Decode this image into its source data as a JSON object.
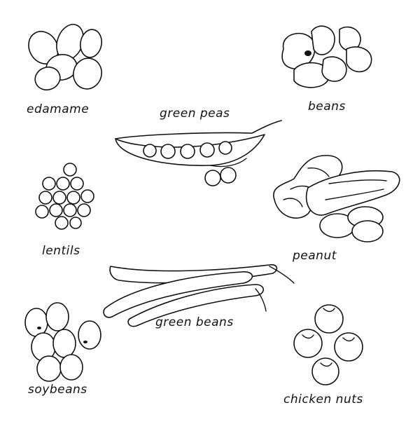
{
  "illustration": {
    "labels": {
      "edamame": "edamame",
      "green_peas": "green peas",
      "beans": "beans",
      "lentils": "lentils",
      "peanut": "peanut",
      "green_beans": "green beans",
      "soybeans": "soybeans",
      "chicken_nuts": "chicken nuts"
    },
    "colors": {
      "ink": "#111111",
      "background": "#ffffff"
    }
  }
}
